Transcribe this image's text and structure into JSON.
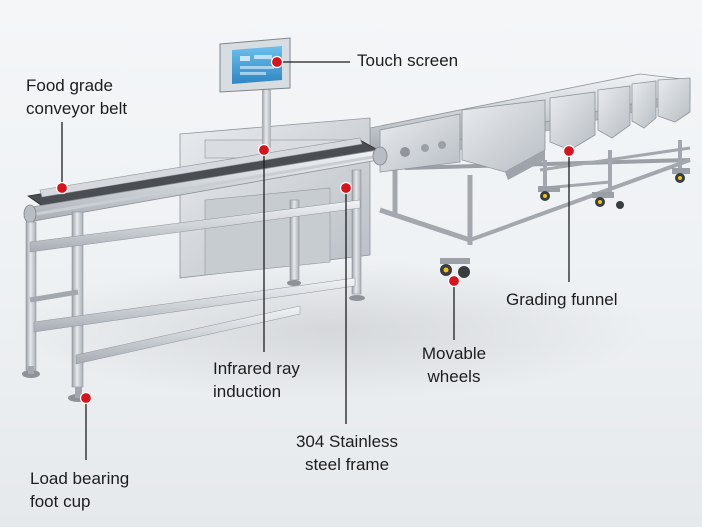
{
  "colors": {
    "background": "#eef1f4",
    "steel_light": "#e3e6e9",
    "steel_mid": "#c4c9ce",
    "steel_dark": "#8f959b",
    "belt": "#3a3d40",
    "screen": "#4aa3d8",
    "callout_dot": "#d7141c",
    "leader_line": "#1e1e1e"
  },
  "callouts": {
    "touch_screen": {
      "line1": "Touch screen",
      "icon": "callout-dot"
    },
    "conveyor_belt": {
      "line1": "Food grade",
      "line2": "conveyor belt",
      "icon": "callout-dot"
    },
    "grading_funnel": {
      "line1": "Grading funnel",
      "icon": "callout-dot"
    },
    "infrared": {
      "line1": "Infrared ray",
      "line2": "induction",
      "icon": "callout-dot"
    },
    "wheels": {
      "line1": "Movable",
      "line2": "wheels",
      "icon": "callout-dot"
    },
    "frame": {
      "line1": "304 Stainless",
      "line2": "steel frame",
      "icon": "callout-dot"
    },
    "foot_cup": {
      "line1": "Load bearing",
      "line2": "foot cup",
      "icon": "callout-dot"
    }
  }
}
